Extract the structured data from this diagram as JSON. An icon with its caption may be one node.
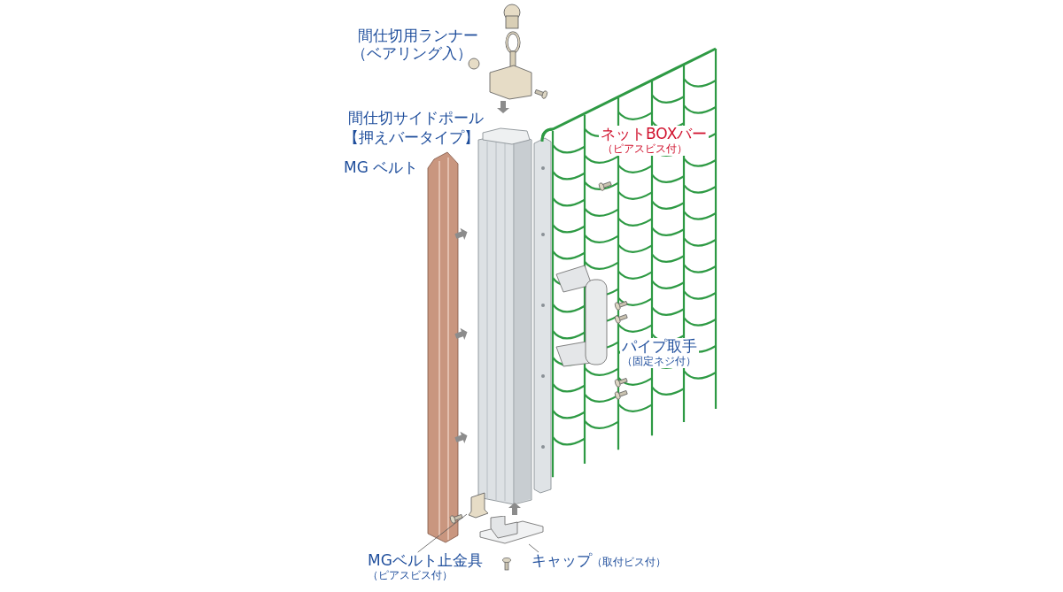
{
  "diagram": {
    "nodes": [
      {
        "text": [
          "MGベルト止金具",
          "（ピアスビス付）"
        ]
      },
      {
        "text": [
          "キャップ",
          "（取付ビス付）"
        ]
      },
      {
        "text": [],
        "shape": "picture"
      },
      {
        "text": [],
        "shape": "picture"
      }
    ],
    "edges": [
      {
        "from": 0,
        "to": 2,
        "arrow": "none"
      },
      {
        "from": 1,
        "to": 3,
        "arrow": "none"
      }
    ],
    "labels": [
      "間仕切用ランナー",
      "（ベアリング入）",
      "間仕切サイドポール",
      "【押えバータイプ】",
      "MG ベルト",
      "ネットBOXバー",
      "（ピアスビス付）",
      "パイプ取手",
      "（固定ネジ付）"
    ]
  }
}
